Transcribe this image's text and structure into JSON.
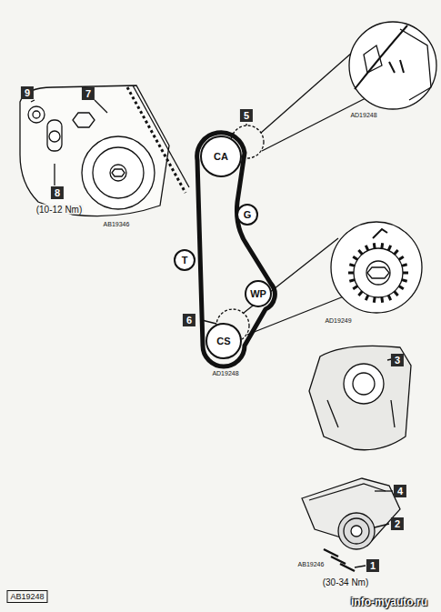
{
  "diagram": {
    "nodes": [
      {
        "text": [
          "CA"
        ]
      },
      {
        "text": [
          "G"
        ]
      },
      {
        "text": [
          "T"
        ]
      },
      {
        "text": [
          "WP"
        ]
      },
      {
        "text": [
          "CS"
        ]
      }
    ],
    "labels": [
      "9",
      "7",
      "8",
      "(10-12 Nm)",
      "AB19346",
      "5",
      "6",
      "AD19248",
      "AD19248",
      "AD19249",
      "3",
      "4",
      "2",
      "1",
      "(30-34 Nm)",
      "AB19246",
      "AB19248",
      "info-myauto.ru"
    ]
  }
}
